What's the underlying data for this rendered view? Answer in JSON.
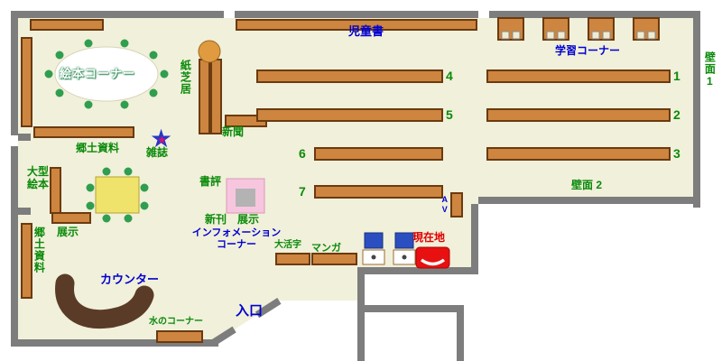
{
  "colors": {
    "c-floor": "#f1f0da",
    "c-wall": "#7d7d7d",
    "c-shelf": "#cd853f",
    "c-shelf-border": "#6b3a10",
    "c-green": "#0a8a0a",
    "c-blue": "#0000d0",
    "c-red": "#e00000"
  },
  "icons": {
    "star": "★"
  },
  "areas": {
    "jidosho": "児童書",
    "gakushu": "学習コーナー",
    "hekimen1": "壁面1",
    "hekimen2": "壁面 2",
    "ehon_corner": "絵本コーナー",
    "kamishibai": "紙芝居",
    "shinbun": "新聞",
    "zasshi": "雑誌",
    "kyodo_upper": "郷土資料",
    "oogata": "大型\n絵本",
    "tenji_left": "展示",
    "kyodo_left": "郷土資料",
    "shohyo": "書評",
    "shinkan": "新刊",
    "tenji_display": "展示",
    "information": "インフォメーション\nコーナー",
    "counter": "カウンター",
    "mizu": "水のコーナー",
    "iriguchi": "入口",
    "daikatsuji": "大活字",
    "manga": "マンガ",
    "genzaichi": "現在地",
    "av": "AV"
  },
  "shelf_labels": {
    "n1": "1",
    "n2": "2",
    "n3": "3",
    "n4": "4",
    "n5": "5",
    "n6": "6",
    "n7": "7"
  }
}
